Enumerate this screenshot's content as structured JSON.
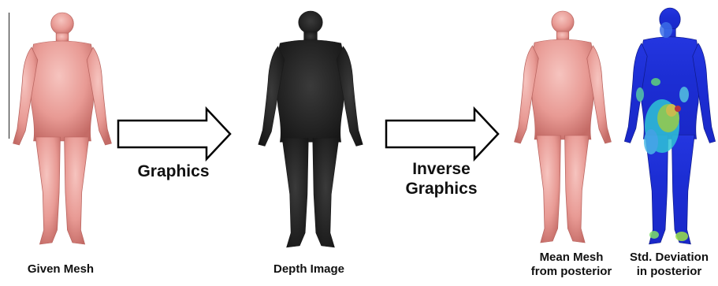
{
  "labels": {
    "given_mesh": "Given Mesh",
    "graphics": "Graphics",
    "depth_image": "Depth Image",
    "inverse_graphics_line1": "Inverse",
    "inverse_graphics_line2": "Graphics",
    "mean_mesh_line1": "Mean Mesh",
    "mean_mesh_line2": "from posterior",
    "std_dev_line1": "Std. Deviation",
    "std_dev_line2": "in posterior"
  },
  "colors": {
    "mesh": "#e89a94",
    "mesh_shadow": "#c86f6a",
    "depth": "#2a2a2a",
    "heatmap_base": "#1b2fd6",
    "arrow_stroke": "#000000",
    "background": "#ffffff"
  }
}
